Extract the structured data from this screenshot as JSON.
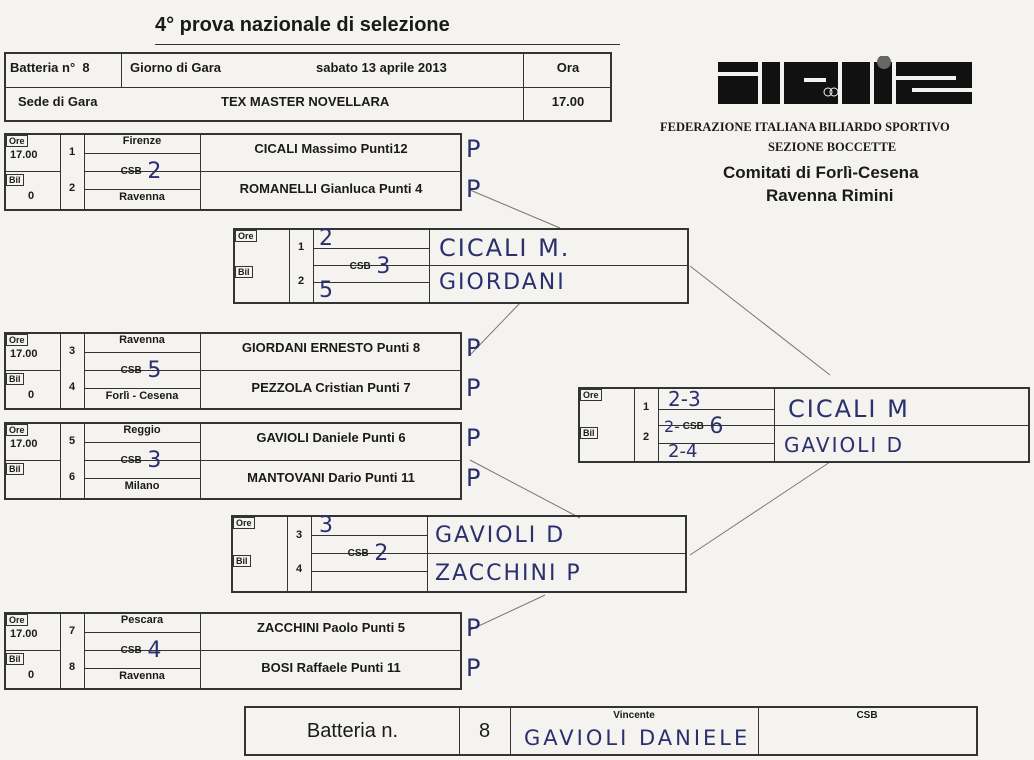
{
  "title": "4° prova nazionale di selezione",
  "header": {
    "batteria_label": "Batteria n°",
    "batteria_num": "8",
    "giorno_label": "Giorno di Gara",
    "giorno_value": "sabato 13 aprile 2013",
    "ora_label": "Ora",
    "sede_label": "Sede di Gara",
    "sede_value": "TEX MASTER NOVELLARA",
    "ora_value": "17.00"
  },
  "logo": {
    "text": "FIBIS",
    "federazione": "FEDERAZIONE ITALIANA BILIARDO SPORTIVO",
    "sezione": "SEZIONE BOCCETTE",
    "comitati_1": "Comitati di Forlì-Cesena",
    "comitati_2": "Ravenna Rimini"
  },
  "labels": {
    "ore": "Ore",
    "bil": "Bil",
    "csb": "CSB",
    "zero": "0"
  },
  "matches": [
    {
      "ore": "17.00",
      "top_num": "1",
      "bottom_num": "2",
      "top_city": "Firenze",
      "bottom_city": "Ravenna",
      "csb_hand": "2",
      "top_player": "CICALI Massimo Punti12",
      "bottom_player": "ROMANELLI Gianluca Punti 4",
      "top_mark": "P",
      "bottom_mark": "P"
    },
    {
      "ore": "17.00",
      "top_num": "3",
      "bottom_num": "4",
      "top_city": "Ravenna",
      "bottom_city": "Forlì - Cesena",
      "csb_hand": "5",
      "top_player": "GIORDANI ERNESTO Punti 8",
      "bottom_player": "PEZZOLA Cristian Punti 7",
      "top_mark": "P",
      "bottom_mark": "P"
    },
    {
      "ore": "17.00",
      "top_num": "5",
      "bottom_num": "6",
      "top_city": "Reggio",
      "bottom_city": "Milano",
      "csb_hand": "3",
      "top_player": "GAVIOLI Daniele Punti 6",
      "bottom_player": "MANTOVANI Dario Punti 11",
      "top_mark": "P",
      "bottom_mark": "P"
    },
    {
      "ore": "17.00",
      "top_num": "7",
      "bottom_num": "8",
      "top_city": "Pescara",
      "bottom_city": "Ravenna",
      "csb_hand": "4",
      "top_player": "ZACCHINI Paolo Punti 5",
      "bottom_player": "BOSI Raffaele Punti 11",
      "top_mark": "P",
      "bottom_mark": "P"
    }
  ],
  "semis": [
    {
      "top_num": "1",
      "bottom_num": "2",
      "top_score": "2",
      "bottom_score": "5",
      "csb_hand": "3",
      "top_player": "CICALI M.",
      "bottom_player": "GIORDANI"
    },
    {
      "top_num": "3",
      "bottom_num": "4",
      "top_score": "3",
      "bottom_score": "",
      "csb_hand": "2",
      "top_player": "GAVIOLI D",
      "bottom_player": "ZACCHINI P"
    }
  ],
  "final": {
    "top_num": "1",
    "bottom_num": "2",
    "top_score": "2-3",
    "mid_score": "2-",
    "bottom_score": "2-4",
    "csb_hand": "6",
    "top_player": "CICALI M",
    "bottom_player": "GAVIOLI D"
  },
  "footer": {
    "batteria_label": "Batteria n.",
    "batteria_num": "8",
    "vincente_label": "Vincente",
    "vincente_value": "GAVIOLI DANIELE",
    "csb_label": "CSB"
  }
}
